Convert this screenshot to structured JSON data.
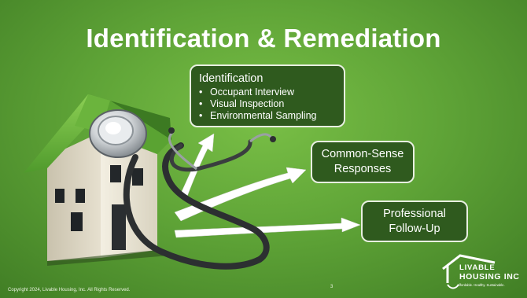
{
  "slide": {
    "title": "Identification & Remediation",
    "identification_box": {
      "heading": "Identification",
      "bullets": [
        "Occupant Interview",
        "Visual Inspection",
        "Environmental Sampling"
      ]
    },
    "common_sense_box": {
      "line1": "Common-Sense",
      "line2": "Responses"
    },
    "professional_box": {
      "line1": "Professional",
      "line2": "Follow-Up"
    },
    "footer_text": "Copyright 2024, Livable Housing, Inc.  All Rights Reserved.",
    "page_number": "3",
    "logo": {
      "line1": "LIVABLE",
      "line2": "HOUSING INC",
      "tagline": "Affordable. Healthy. Sustainable."
    },
    "colors": {
      "background": "#5fa437",
      "box_fill": "#2f5a1e",
      "box_border": "#e8efe1",
      "text": "#ffffff"
    }
  }
}
